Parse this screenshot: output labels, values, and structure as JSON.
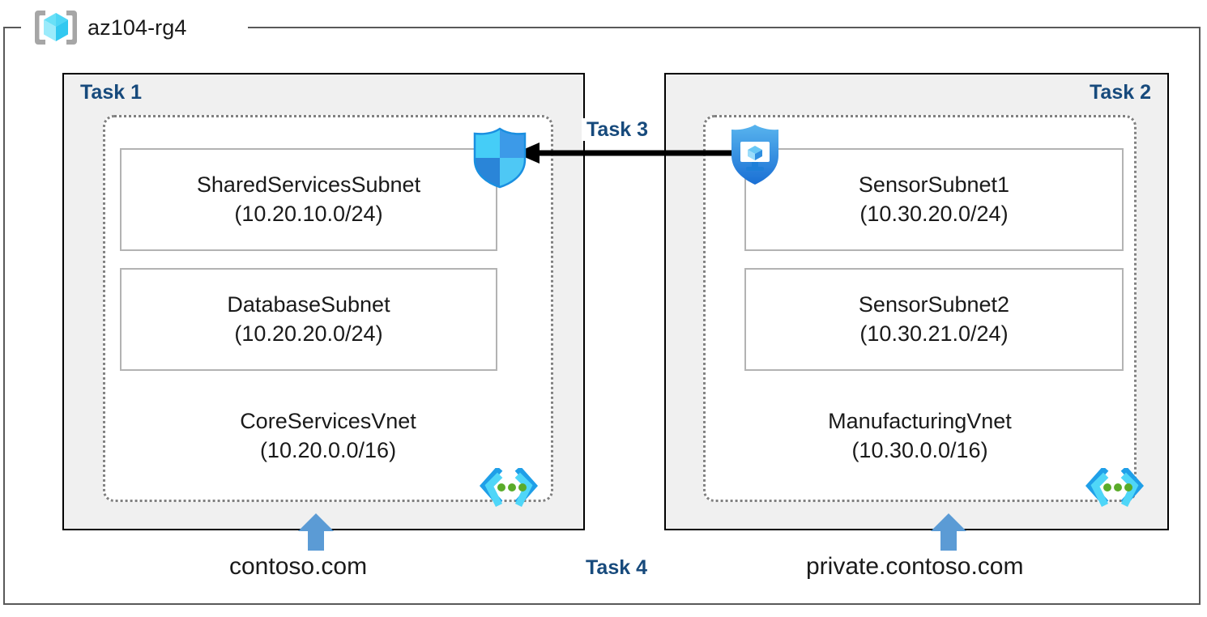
{
  "resource_group": {
    "name": "az104-rg4",
    "icon": "resource-group-cube-icon"
  },
  "panels": [
    {
      "task_label": "Task 1",
      "align": "left",
      "vnet": {
        "name": "CoreServicesVnet",
        "cidr": "(10.20.0.0/16)",
        "icon": "virtual-network-icon",
        "subnets": [
          {
            "name": "SharedServicesSubnet",
            "cidr": "(10.20.10.0/24)"
          },
          {
            "name": "DatabaseSubnet",
            "cidr": "(10.20.20.0/24)"
          }
        ]
      },
      "dns_label": "contoso.com"
    },
    {
      "task_label": "Task 2",
      "align": "right",
      "vnet": {
        "name": "ManufacturingVnet",
        "cidr": "(10.30.0.0/16)",
        "icon": "virtual-network-icon",
        "subnets": [
          {
            "name": "SensorSubnet1",
            "cidr": "(10.30.20.0/24)"
          },
          {
            "name": "SensorSubnet2",
            "cidr": "(10.30.21.0/24)"
          }
        ]
      },
      "dns_label": "private.contoso.com"
    }
  ],
  "connections": {
    "peering_label": "Task 3",
    "peering_direction": "right-to-left",
    "dns_task_label": "Task 4"
  },
  "icons": {
    "nsg": "network-security-group-shield-icon",
    "bastion": "bastion-shield-monitor-icon",
    "dns_arrow": "dns-up-arrow-icon"
  },
  "colors": {
    "task_label": "#174a7c",
    "panel_background": "#f0f0f0",
    "panel_border": "#000000",
    "vnet_border": "#808080",
    "subnet_border": "#b3b3b3",
    "dns_arrow": "#5b9bd5",
    "peering_arrow": "#000000",
    "rg_frame": "#595959",
    "accent_cyan": "#32c8f0",
    "accent_blue": "#1f8ae0"
  }
}
